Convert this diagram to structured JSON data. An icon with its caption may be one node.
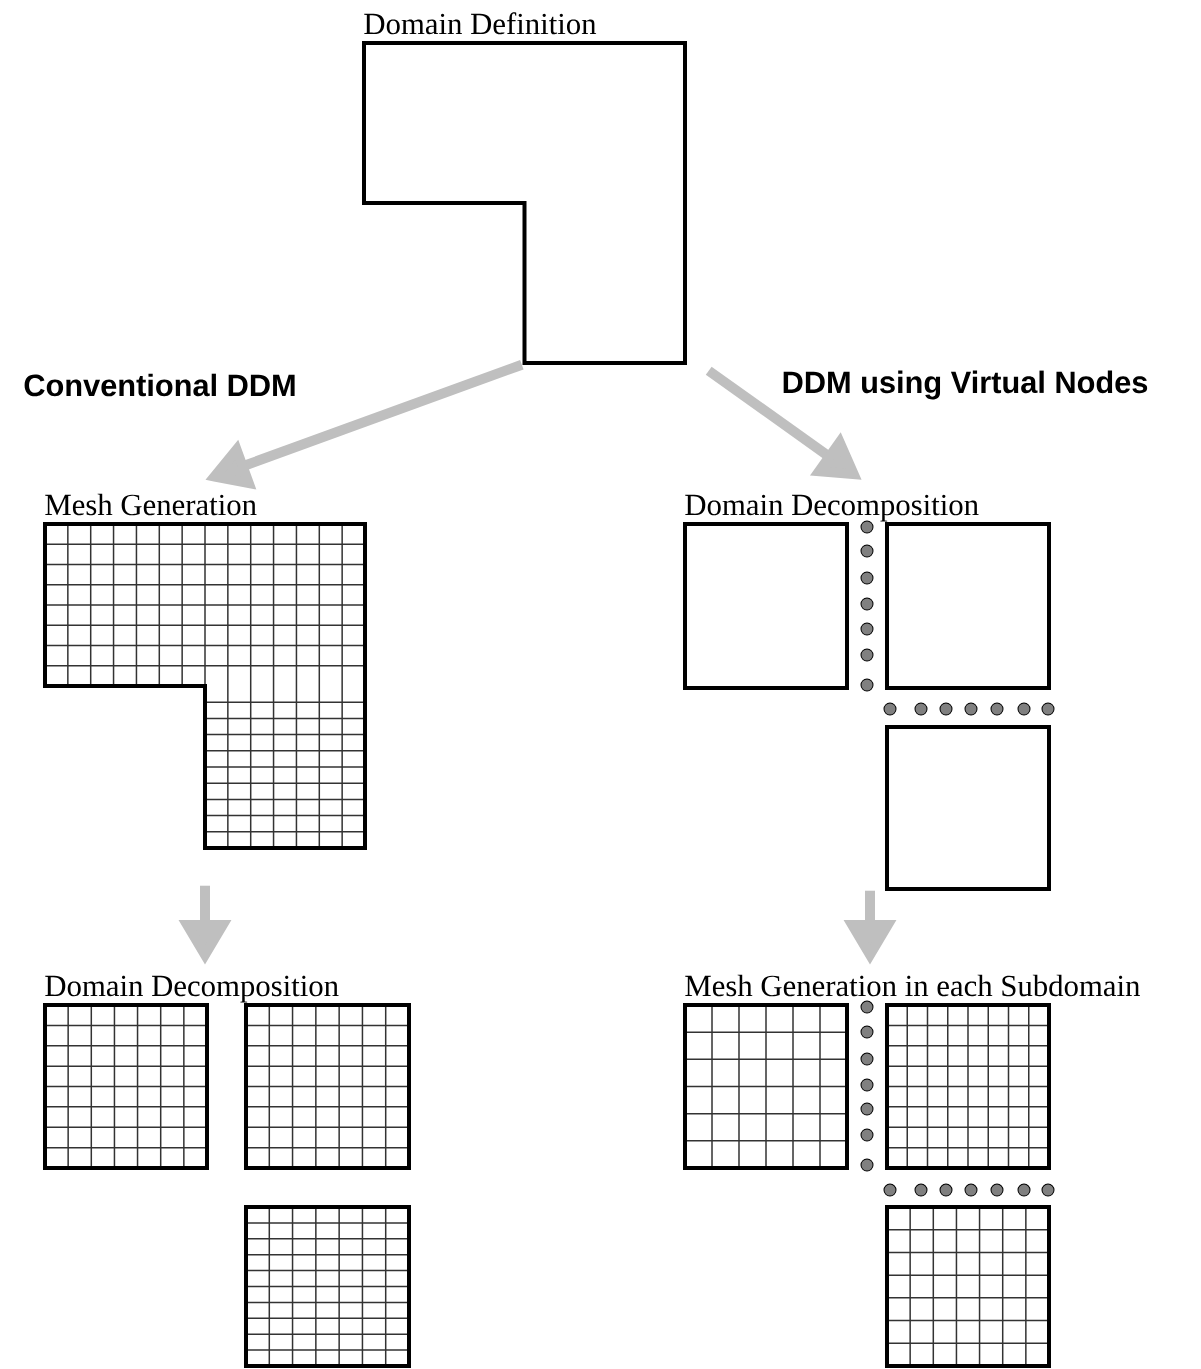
{
  "diagram": {
    "nodes": [
      {
        "text": [
          "Domain Definition"
        ]
      },
      {
        "text": [
          "Mesh Generation"
        ]
      },
      {
        "text": [
          "Domain Decomposition"
        ]
      },
      {
        "text": [],
        "shape": "box"
      },
      {
        "text": [],
        "shape": "box"
      },
      {
        "text": [
          "Domain Decomposition"
        ]
      },
      {
        "text": [],
        "shape": "box"
      },
      {
        "text": [],
        "shape": "box"
      },
      {
        "text": [
          "Mesh Generation in each Subdomain"
        ]
      },
      {
        "text": [],
        "shape": "box"
      },
      {
        "text": [],
        "shape": "box"
      }
    ],
    "edges": [
      {
        "from": 0,
        "to": 1,
        "arrow": "to",
        "label": "Conventional DDM"
      },
      {
        "from": 0,
        "to": 5,
        "arrow": "to",
        "label": "DDM using Virtual Nodes"
      },
      {
        "from": 1,
        "to": 2,
        "arrow": "to"
      },
      {
        "from": 7,
        "to": 8,
        "arrow": "to"
      }
    ]
  }
}
